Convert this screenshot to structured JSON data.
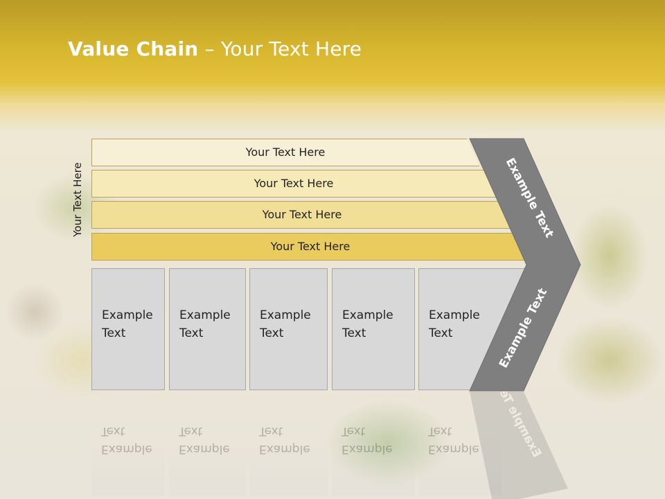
{
  "slide": {
    "title_bold": "Value Chain",
    "title_rest": " – Your Text Here",
    "side_label": "Your Text Here"
  },
  "bars": [
    {
      "label": "Your Text Here"
    },
    {
      "label": "Your Text Here"
    },
    {
      "label": "Your Text Here"
    },
    {
      "label": "Your Text Here"
    }
  ],
  "boxes": [
    {
      "line1": "Example",
      "line2": "Text"
    },
    {
      "line1": "Example",
      "line2": "Text"
    },
    {
      "line1": "Example",
      "line2": "Text"
    },
    {
      "line1": "Example",
      "line2": "Text"
    },
    {
      "line1": "Example",
      "line2": "Text"
    }
  ],
  "chevron": {
    "top_text": "Example Text",
    "bottom_text": "Example Text"
  },
  "colors": {
    "header_gold": "#d6b52e",
    "chevron_gray": "#7f7f7f",
    "box_gray": "#d8d8d8"
  }
}
